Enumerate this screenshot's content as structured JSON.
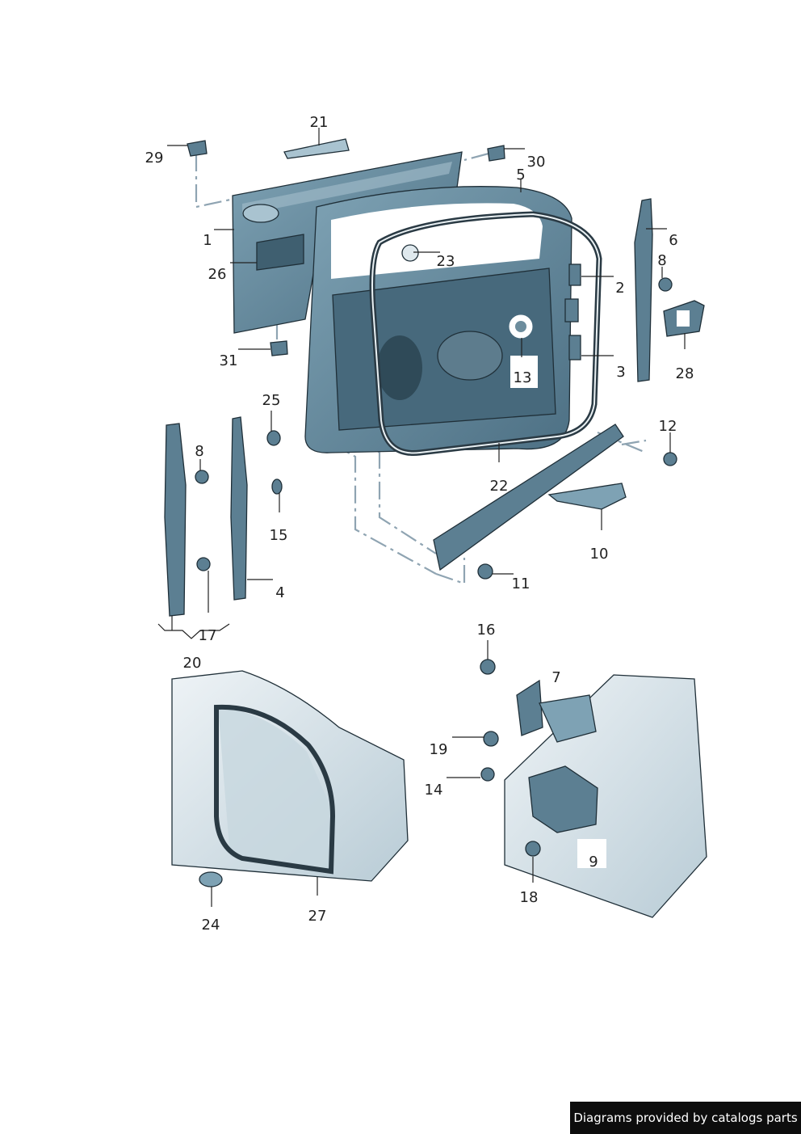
{
  "callouts": {
    "c1": "1",
    "c2": "2",
    "c3": "3",
    "c4": "4",
    "c5": "5",
    "c6": "6",
    "c7": "7",
    "c8a": "8",
    "c8b": "8",
    "c9": "9",
    "c10": "10",
    "c11": "11",
    "c12": "12",
    "c13": "13",
    "c14": "14",
    "c15": "15",
    "c16": "16",
    "c17": "17",
    "c18": "18",
    "c19": "19",
    "c20": "20",
    "c21": "21",
    "c22": "22",
    "c23": "23",
    "c24": "24",
    "c25": "25",
    "c26": "26",
    "c27": "27",
    "c28": "28",
    "c29": "29",
    "c30": "30",
    "c31": "31"
  },
  "footer": {
    "text": "Diagrams provided by catalogs parts"
  },
  "colors": {
    "panel": "#5c7f92",
    "panel_light": "#a9c3d0",
    "body_light": "#dce6ec",
    "seal": "#2a3a44",
    "line": "#1f2f38",
    "leader": "#222222",
    "dash": "#8fa4b2"
  }
}
